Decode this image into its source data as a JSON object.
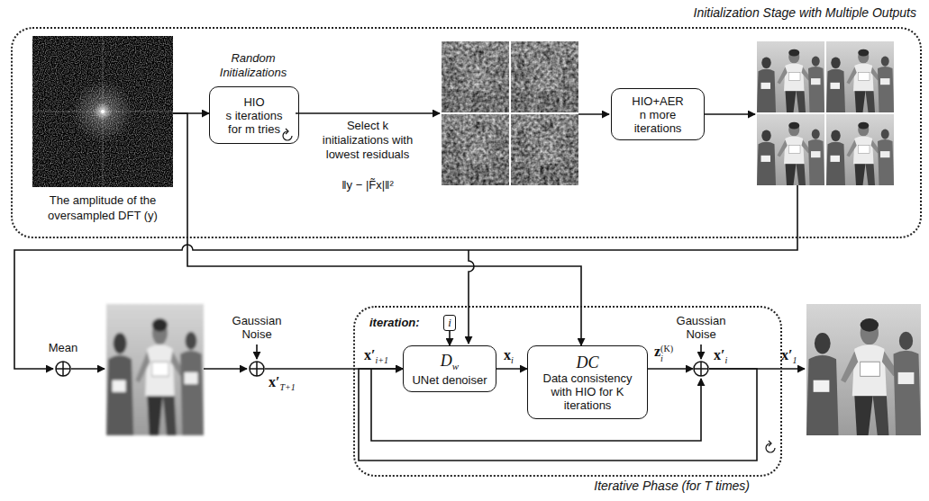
{
  "diagram": {
    "nodes": [
      {
        "text": [
          "Initialization Stage with Multiple Outputs"
        ]
      },
      {
        "text": [
          "The amplitude of the oversampled DFT (y)"
        ],
        "in": 0
      },
      {
        "text": [
          "Random Initializations",
          "HIO",
          "s iterations for m tries"
        ],
        "in": 0
      },
      {
        "text": [
          "HIO+AER",
          "n more iterations"
        ],
        "in": 0
      },
      {
        "text": [
          "Mean"
        ]
      },
      {
        "text": [
          "Gaussian Noise"
        ]
      },
      {
        "text": [
          "Iterative Phase (for T times)"
        ]
      },
      {
        "text": [
          "i"
        ],
        "in": 6
      },
      {
        "text": [
          "D",
          "w",
          "UNet denoiser"
        ],
        "in": 6
      },
      {
        "text": [
          "DC",
          "Data consistency with HIO for K iterations"
        ],
        "in": 6
      },
      {
        "text": [
          "Gaussian Noise"
        ],
        "in": 6
      }
    ],
    "edges": [
      {
        "from": 1,
        "to": 2,
        "arrow": "to"
      },
      {
        "from": 1,
        "to": 9,
        "arrow": "to"
      },
      {
        "from": 5,
        "to": 8,
        "arrow": "to"
      },
      {
        "from": 7,
        "to": 8,
        "arrow": "to"
      },
      {
        "from": 8,
        "to": 9,
        "arrow": "to"
      },
      {
        "from": 9,
        "to": 10,
        "arrow": "to"
      },
      {
        "from": 10,
        "to": 8,
        "arrow": "to"
      }
    ],
    "labels": [
      "Select k initializations with lowest residuals",
      "‖y − |F̃x|‖²",
      "iteration:",
      "x′",
      "T+1",
      "x′",
      "i+1",
      "x",
      "i",
      "z",
      "i",
      "(K)",
      "x′",
      "i",
      "x′",
      "1"
    ]
  }
}
